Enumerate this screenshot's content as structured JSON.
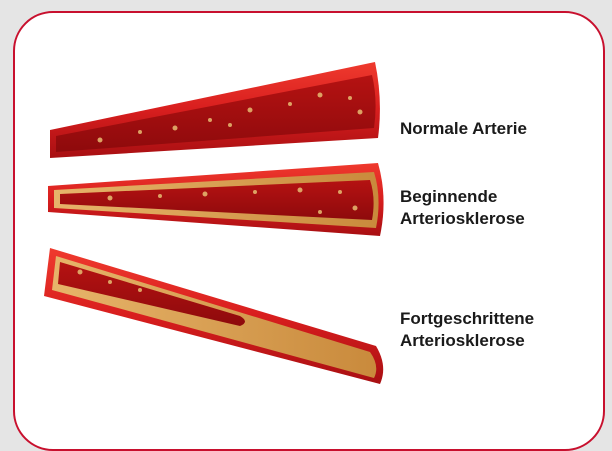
{
  "panel": {
    "border_color": "#c8102e",
    "background": "#ffffff",
    "outer_background": "#e5e5e5"
  },
  "colors": {
    "artery_wall": "#d81e1e",
    "artery_inner": "#b01010",
    "plaque": "#d9a050",
    "blood_cell": "#e0b070"
  },
  "labels": {
    "normal": {
      "line1": "Normale Arterie"
    },
    "beginning": {
      "line1": "Beginnende",
      "line2": "Arteriosklerose"
    },
    "advanced": {
      "line1": "Fortgeschrittene",
      "line2": "Arteriosklerose"
    }
  }
}
